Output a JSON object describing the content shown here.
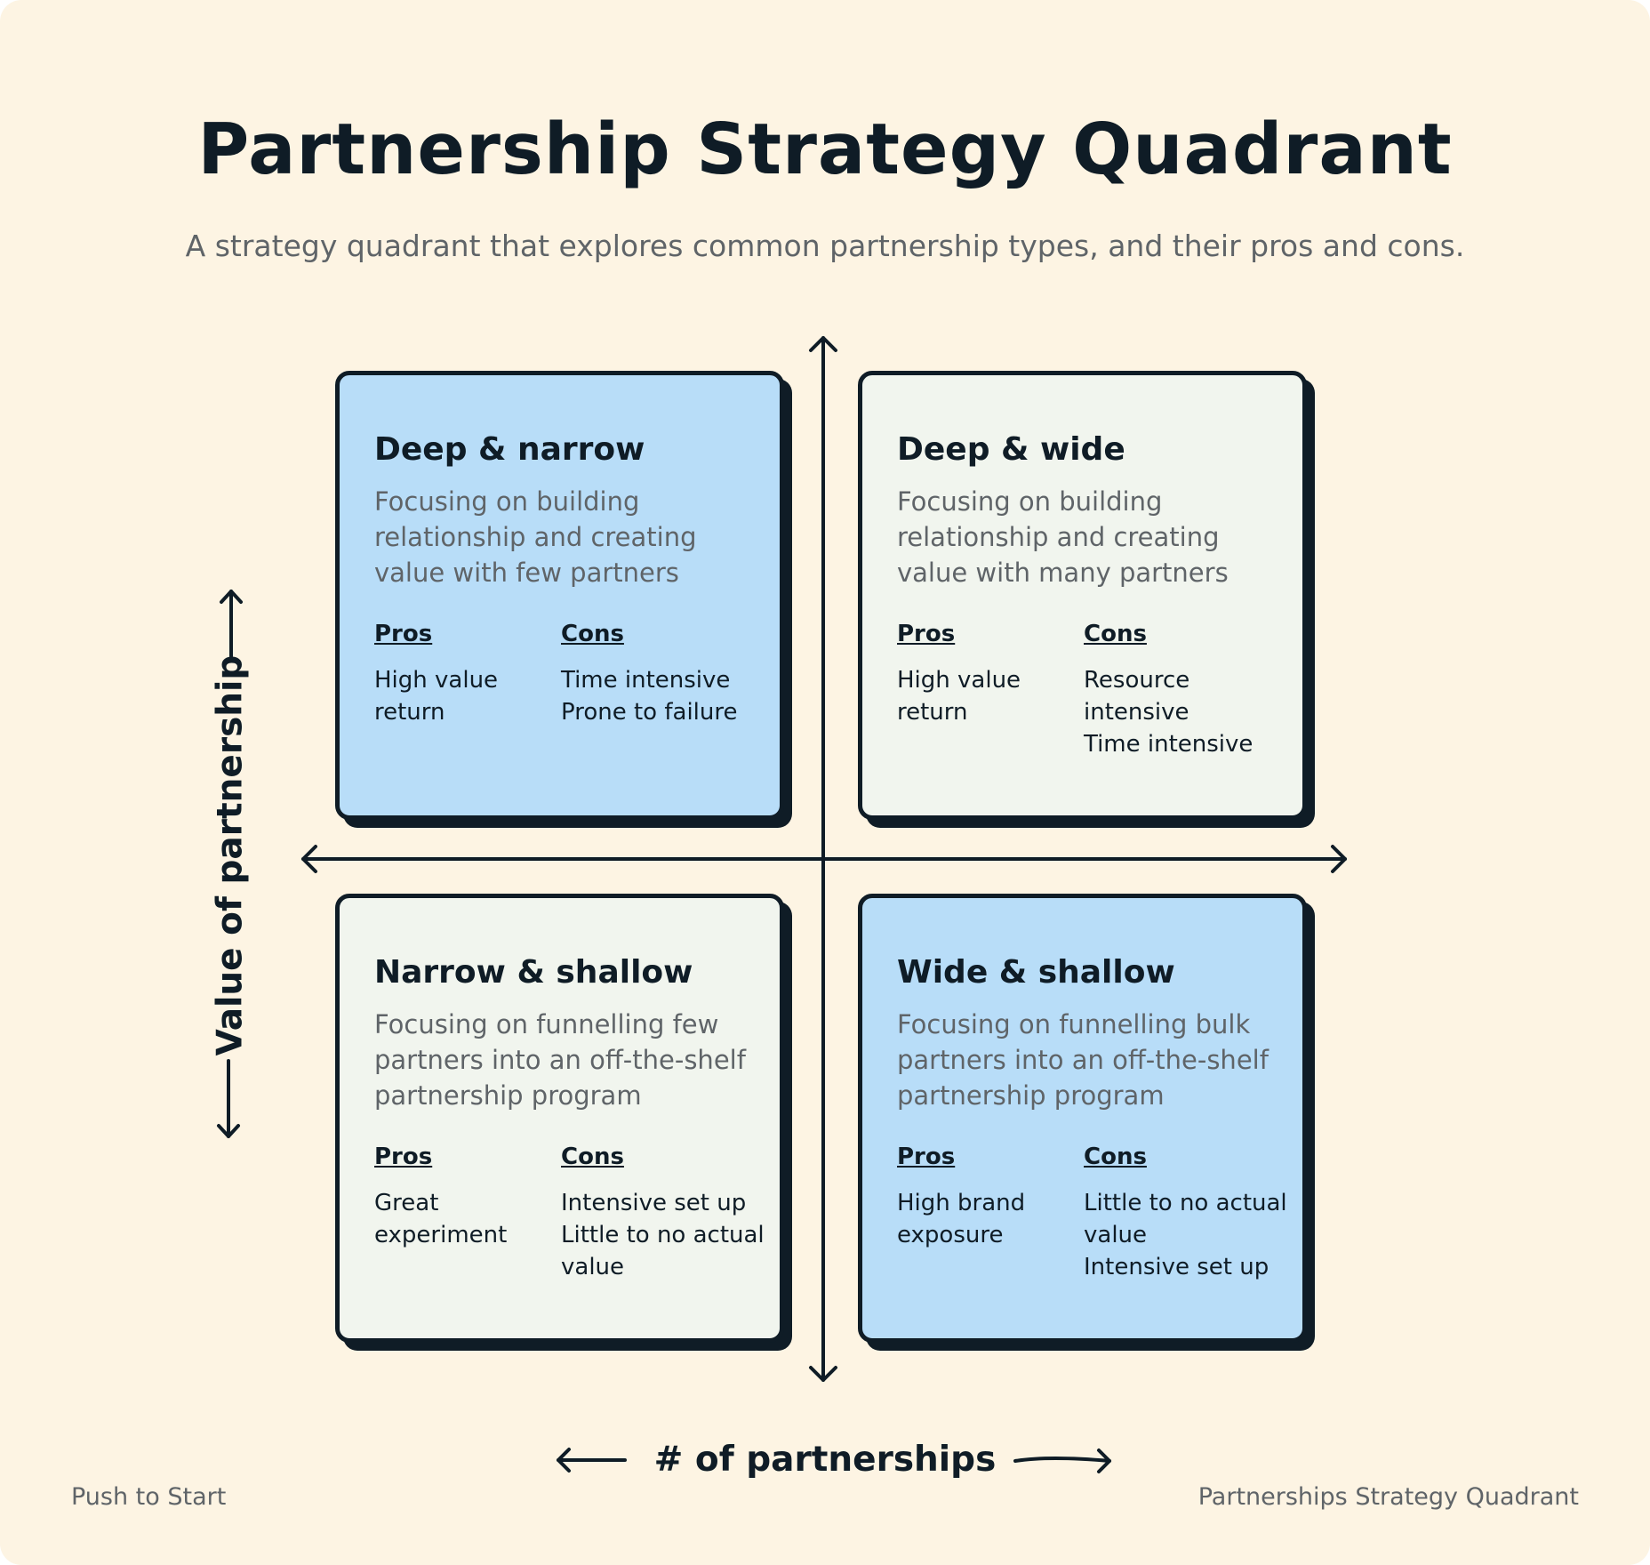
{
  "title": "Partnership Strategy Quadrant",
  "subtitle": "A strategy quadrant that explores common partnership types, and their pros and cons.",
  "axes": {
    "y_label": "Value of partnership",
    "x_label": "# of partnerships"
  },
  "quadrants": [
    {
      "title": "Deep & narrow",
      "description": "Focusing on building relationship and creating value with few partners",
      "pros_label": "Pros",
      "cons_label": "Cons",
      "pros": [
        "High value return"
      ],
      "cons": [
        "Time intensive",
        "Prone to failure"
      ],
      "color": "#b8ddf8"
    },
    {
      "title": "Deep & wide",
      "description": "Focusing on building relationship and creating value with many partners",
      "pros_label": "Pros",
      "cons_label": "Cons",
      "pros": [
        "High value return"
      ],
      "cons": [
        "Resource intensive",
        "Time intensive"
      ],
      "color": "#f1f5ee"
    },
    {
      "title": "Narrow & shallow",
      "description": "Focusing on funnelling few partners into an off-the-shelf partnership program",
      "pros_label": "Pros",
      "cons_label": "Cons",
      "pros": [
        "Great experiment"
      ],
      "cons": [
        "Intensive set up",
        "Little to no actual value"
      ],
      "color": "#f1f5ee"
    },
    {
      "title": "Wide & shallow",
      "description": "Focusing on funnelling bulk partners into an off-the-shelf partnership program",
      "pros_label": "Pros",
      "cons_label": "Cons",
      "pros": [
        "High brand exposure"
      ],
      "cons": [
        "Little to no actual value",
        "Intensive set up"
      ],
      "color": "#b8ddf8"
    }
  ],
  "footer": {
    "left": "Push to Start",
    "right": "Partnerships Strategy Quadrant"
  }
}
